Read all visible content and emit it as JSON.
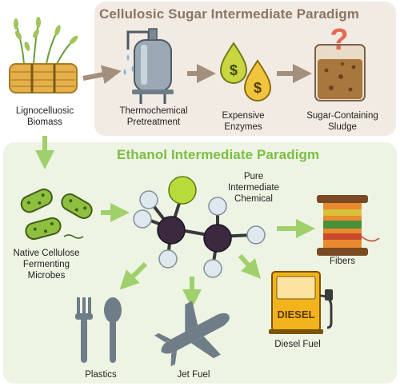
{
  "titles": {
    "cellulosic": "Cellulosic Sugar Intermediate Paradigm",
    "ethanol": "Ethanol Intermediate Paradigm"
  },
  "labels": {
    "biomass": [
      "Lignocelluosic",
      "Biomass"
    ],
    "thermochemical": [
      "Thermochemical",
      "Pretreatment"
    ],
    "enzymes": [
      "Expensive",
      "Enzymes"
    ],
    "sludge": [
      "Sugar-Containing",
      "Sludge"
    ],
    "microbes": [
      "Native Cellulose",
      "Fermenting",
      "Microbes"
    ],
    "chemical": [
      "Pure",
      "Intermediate",
      "Chemical"
    ],
    "fibers": "Fibers",
    "plastics": "Plastics",
    "jet_fuel": "Jet Fuel",
    "diesel_fuel": "Diesel Fuel"
  },
  "icons": {
    "enzyme_symbol": "$",
    "mystery_symbol": "?",
    "pump_text": "DIESEL"
  },
  "colors": {
    "top_panel": "#f1ebe3",
    "bottom_panel": "#eef4e3",
    "top_title": "#8a7665",
    "bottom_title": "#7cbd44",
    "brown_arrow": "#a48e7c",
    "green_arrow": "#9fd06b"
  }
}
